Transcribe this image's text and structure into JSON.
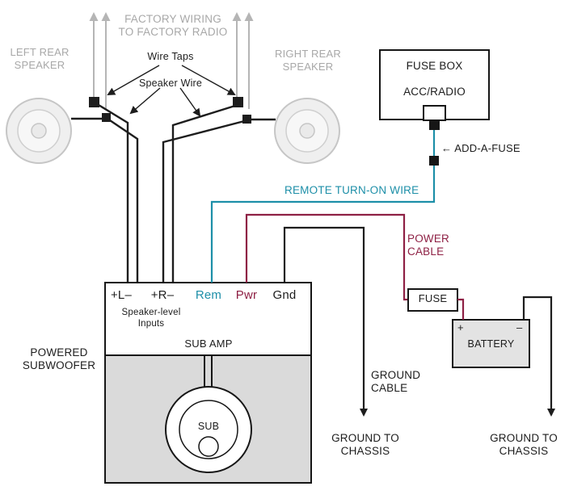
{
  "colors": {
    "gray_text": "#a8a8a8",
    "gray_arrow": "#b5b5b5",
    "teal": "#1d8fa8",
    "maroon": "#8e2044",
    "black": "#1d1d1d",
    "enclosure_gray": "#dadada",
    "battery_gray": "#e3e3e3"
  },
  "labels": {
    "factory_wiring": "FACTORY WIRING\nTO FACTORY RADIO",
    "left_rear_speaker": "LEFT REAR\nSPEAKER",
    "right_rear_speaker": "RIGHT REAR\nSPEAKER",
    "wire_taps": "Wire Taps",
    "speaker_wire": "Speaker Wire",
    "fuse_box": "FUSE BOX",
    "acc_radio": "ACC/RADIO",
    "add_a_fuse": "← ADD-A-FUSE",
    "remote_turn_on": "REMOTE TURN-ON WIRE",
    "power_cable": "POWER\nCABLE",
    "terminal_l": "+L–",
    "terminal_r": "+R–",
    "terminal_rem": "Rem",
    "terminal_pwr": "Pwr",
    "terminal_gnd": "Gnd",
    "speaker_level_inputs": "Speaker-level\nInputs",
    "sub_amp": "SUB AMP",
    "powered_subwoofer": "POWERED\nSUBWOOFER",
    "sub": "SUB",
    "fuse": "FUSE",
    "battery": "BATTERY",
    "battery_plus": "+",
    "battery_minus": "–",
    "ground_cable": "GROUND\nCABLE",
    "ground_to_chassis_left": "GROUND TO\nCHASSIS",
    "ground_to_chassis_right": "GROUND TO\nCHASSIS"
  }
}
